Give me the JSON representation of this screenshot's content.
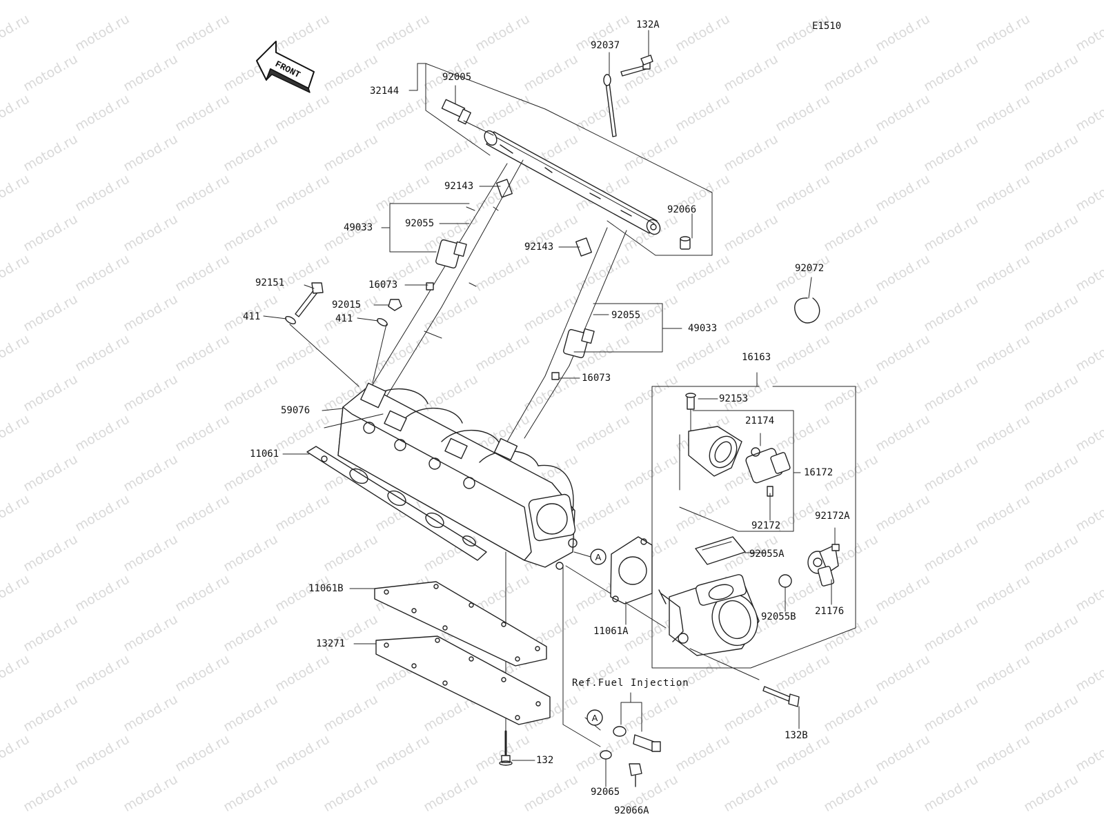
{
  "diagram": {
    "code": "E1510",
    "front_label": "FRONT",
    "reference": "Ref.Fuel Injection",
    "callout": "A",
    "watermark": "motod.ru"
  },
  "parts": {
    "p132A": "132A",
    "p92037": "92037",
    "p92005": "92005",
    "p32144": "32144",
    "p92143_top": "92143",
    "p92055_left": "92055",
    "p49033_left": "49033",
    "p92066": "92066",
    "p92143_mid": "92143",
    "p92072": "92072",
    "p92151": "92151",
    "p16073_left": "16073",
    "p92015": "92015",
    "p411_left": "411",
    "p411_right": "411",
    "p92055_right": "92055",
    "p49033_right": "49033",
    "p16163": "16163",
    "p16073_right": "16073",
    "p92153": "92153",
    "p59076": "59076",
    "p21174": "21174",
    "p11061": "11061",
    "p16172": "16172",
    "p92172": "92172",
    "p92172A": "92172A",
    "p92055A": "92055A",
    "p11061B": "11061B",
    "p11061A": "11061A",
    "p92055B": "92055B",
    "p21176": "21176",
    "p13271": "13271",
    "p132B": "132B",
    "p132": "132",
    "p92065": "92065",
    "p92066A": "92066A"
  }
}
